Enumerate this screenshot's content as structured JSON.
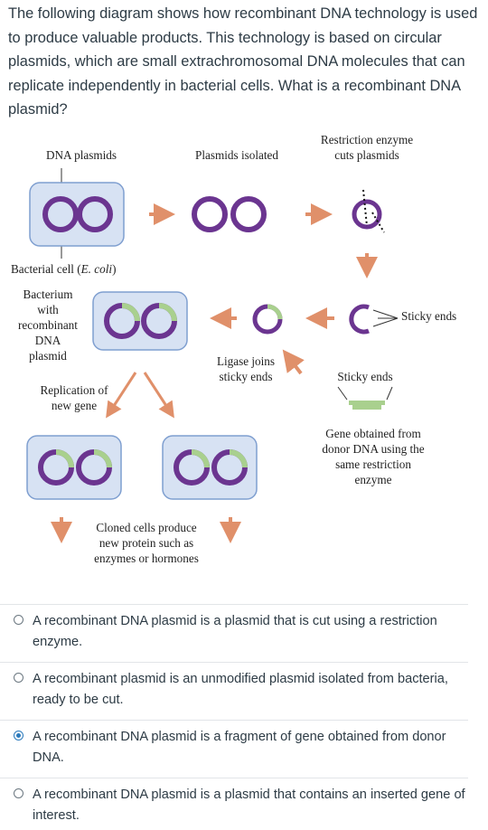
{
  "question": {
    "text": "The following diagram shows how recombinant DNA technology is used to produce valuable products. This technology is based on circular plasmids, which are small extrachromosomal DNA molecules that can replicate independently in bacterial cells. What is a recombinant DNA plasmid?"
  },
  "diagram": {
    "label_dna_plasmids": "DNA plasmids",
    "label_plasmids_isolated": "Plasmids isolated",
    "label_restriction_1": "Restriction enzyme",
    "label_restriction_2": "cuts plasmids",
    "label_bacterial_cell": "Bacterial cell (",
    "label_bacterial_cell_italic": "E. coli",
    "label_bacterial_cell_close": ")",
    "label_bacterium_1": "Bacterium",
    "label_bacterium_2": "with",
    "label_bacterium_3": "recombinant",
    "label_bacterium_4": "DNA",
    "label_bacterium_5": "plasmid",
    "label_sticky_ends_top": "Sticky ends",
    "label_ligase_1": "Ligase joins",
    "label_ligase_2": "sticky ends",
    "label_sticky_ends_bottom": "Sticky ends",
    "label_replication_1": "Replication of",
    "label_replication_2": "new gene",
    "label_gene_1": "Gene obtained from",
    "label_gene_2": "donor DNA using the",
    "label_gene_3": "same restriction",
    "label_gene_4": "enzyme",
    "label_cloned_1": "Cloned cells produce",
    "label_cloned_2": "new protein such as",
    "label_cloned_3": "enzymes or hormones",
    "colors": {
      "plasmid": "#6b3590",
      "gene": "#a9d08e",
      "cell_fill": "#d7e2f3",
      "cell_border": "#7f9fd0",
      "arrow": "#e0906a"
    }
  },
  "answers": [
    {
      "text": "A recombinant DNA plasmid is a plasmid that is cut using a restriction enzyme.",
      "selected": false
    },
    {
      "text": "A recombinant plasmid is an unmodified plasmid isolated from bacteria, ready to be cut.",
      "selected": false
    },
    {
      "text": "A recombinant DNA plasmid is a fragment of gene obtained from donor DNA.",
      "selected": true
    },
    {
      "text": "A recombinant DNA plasmid is a plasmid that contains an inserted gene of interest.",
      "selected": false
    }
  ]
}
